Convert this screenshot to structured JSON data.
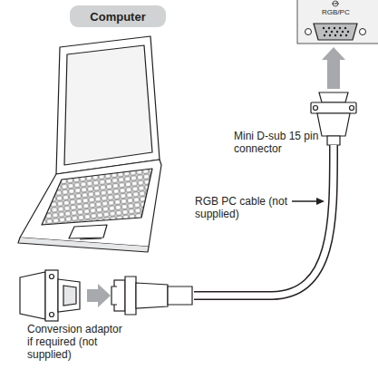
{
  "diagram": {
    "nodes": [
      {
        "text": [
          "Computer"
        ]
      }
    ],
    "labels": [
      "RGB/PC",
      "Mini D-sub 15 pin connector",
      "RGB PC cable (not supplied)",
      "Conversion adaptor if required (not supplied)"
    ]
  }
}
